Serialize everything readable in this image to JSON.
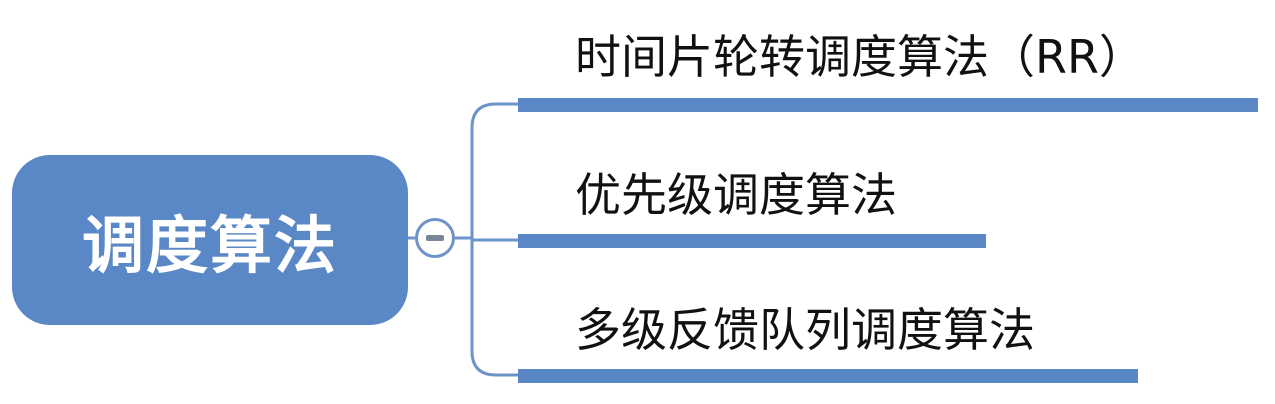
{
  "mindmap": {
    "root": {
      "label": "调度算法"
    },
    "collapse_button": {
      "icon": "minus-icon"
    },
    "branches": [
      {
        "label": "时间片轮转调度算法（RR）"
      },
      {
        "label": "优先级调度算法"
      },
      {
        "label": "多级反馈队列调度算法"
      }
    ]
  },
  "colors": {
    "node_fill": "#5a87c5",
    "connector": "#6e93c9",
    "text": "#111111",
    "root_text": "#ffffff"
  }
}
